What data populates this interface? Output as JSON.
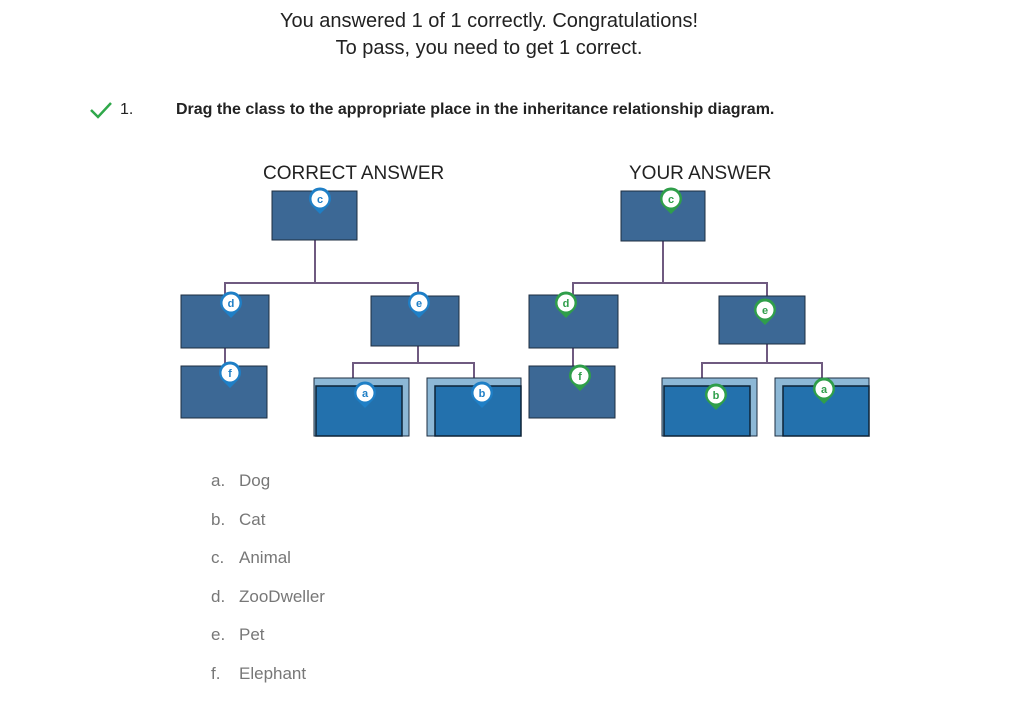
{
  "result": {
    "line1": "You answered 1 of 1 correctly. Congratulations!",
    "line2": "To pass, you need to get 1 correct."
  },
  "question": {
    "number": "1.",
    "text": "Drag the class to the appropriate place in the inheritance relationship diagram.",
    "status_icon": "check-icon"
  },
  "diagrams": {
    "correct": {
      "title": "CORRECT ANSWER",
      "marker_color": "#1f7fc6"
    },
    "yours": {
      "title": "YOUR ANSWER",
      "marker_color": "#2f9e4a"
    }
  },
  "markers": {
    "correct": {
      "root": "c",
      "left": "d",
      "left_child": "f",
      "right": "e",
      "right_child_1": "a",
      "right_child_2": "b"
    },
    "yours": {
      "root": "c",
      "left": "d",
      "left_child": "f",
      "right": "e",
      "right_child_1": "b",
      "right_child_2": "a"
    }
  },
  "options": [
    {
      "letter": "a.",
      "label": "Dog"
    },
    {
      "letter": "b.",
      "label": "Cat"
    },
    {
      "letter": "c.",
      "label": "Animal"
    },
    {
      "letter": "d.",
      "label": "ZooDweller"
    },
    {
      "letter": "e.",
      "label": "Pet"
    },
    {
      "letter": "f.",
      "label": "Elephant"
    }
  ],
  "colors": {
    "box_dark": "#3c6895",
    "box_blue": "#2371ad",
    "box_frame": "#8db8d6",
    "connector": "#6f5a80",
    "check": "#2fa84a"
  }
}
